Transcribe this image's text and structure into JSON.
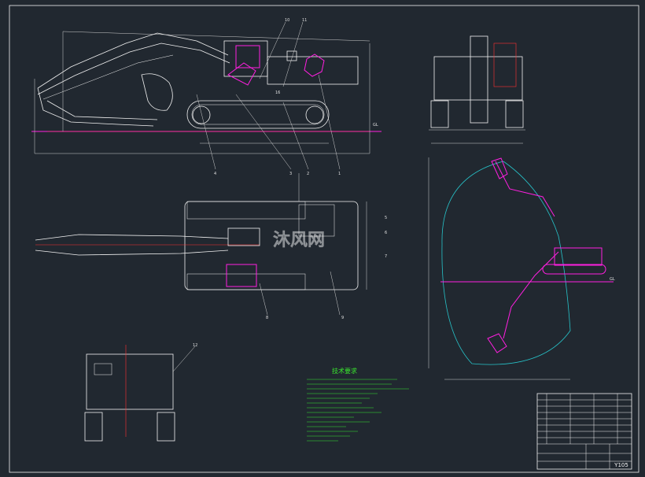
{
  "drawing": {
    "background": "#212830",
    "line_color": "#f2f2f2",
    "accent_magenta": "#ff1fe0",
    "accent_cyan": "#27c3c9",
    "accent_green": "#39e62e",
    "accent_red": "#ff3030"
  },
  "side_view": {
    "callouts": [
      "10",
      "11",
      "16",
      "1",
      "2",
      "3",
      "4"
    ],
    "ground_label": "GL"
  },
  "top_view": {
    "callouts": [
      "5",
      "6",
      "7",
      "8",
      "9"
    ]
  },
  "rear_view": {
    "callouts": [
      "12"
    ]
  },
  "envelope_view": {
    "ground_label": "GL"
  },
  "watermark": {
    "text": "沐风网"
  },
  "tech_notes": {
    "title": "技术要求"
  },
  "title_block": {
    "model_code": "Y105"
  }
}
